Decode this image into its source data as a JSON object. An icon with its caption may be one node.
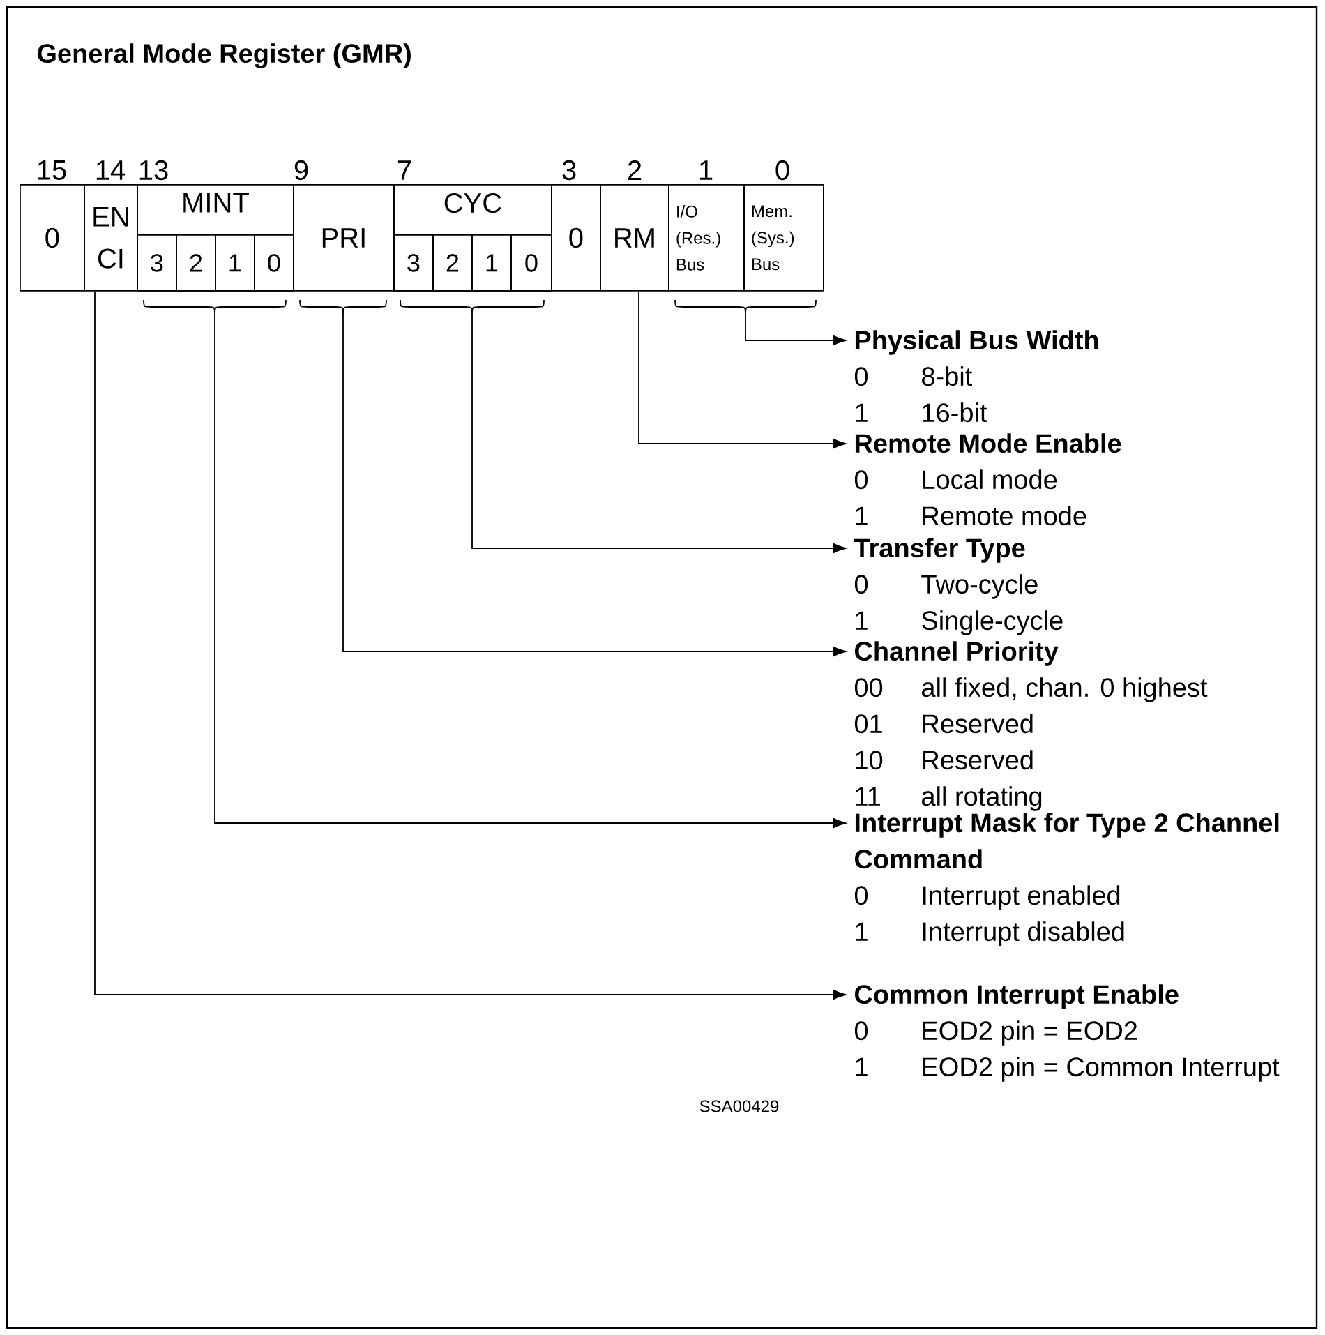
{
  "diagram": {
    "title": "General Mode Register (GMR)",
    "nodes": [
      {
        "text": [
          "0"
        ]
      },
      {
        "text": [
          "EN CI"
        ]
      },
      {
        "text": [
          "MINT"
        ]
      },
      {
        "text": [
          "3"
        ],
        "in": 2
      },
      {
        "text": [
          "2"
        ],
        "in": 2
      },
      {
        "text": [
          "1"
        ],
        "in": 2
      },
      {
        "text": [
          "0"
        ],
        "in": 2
      },
      {
        "text": [
          "PRI"
        ]
      },
      {
        "text": [
          "CYC"
        ]
      },
      {
        "text": [
          "3"
        ],
        "in": 8
      },
      {
        "text": [
          "2"
        ],
        "in": 8
      },
      {
        "text": [
          "1"
        ],
        "in": 8
      },
      {
        "text": [
          "0"
        ],
        "in": 8
      },
      {
        "text": [
          "0"
        ]
      },
      {
        "text": [
          "RM"
        ]
      },
      {
        "text": [
          "I/O (Res.) Bus"
        ]
      },
      {
        "text": [
          "Mem. (Sys.) Bus"
        ]
      },
      {
        "text": [
          "Physical Bus Width",
          "0",
          "8-bit",
          "1",
          "16-bit"
        ]
      },
      {
        "text": [
          "Remote Mode Enable",
          "0",
          "Local mode",
          "1",
          "Remote mode"
        ]
      },
      {
        "text": [
          "Transfer Type",
          "0",
          "Two-cycle",
          "1",
          "Single-cycle"
        ]
      },
      {
        "text": [
          "Channel Priority",
          "00",
          "all fixed, chan. 0 highest",
          "01",
          "Reserved",
          "10",
          "Reserved",
          "11",
          "all rotating"
        ]
      },
      {
        "text": [
          "Interrupt Mask for Type 2 Channel Command",
          "0",
          "Interrupt enabled",
          "1",
          "Interrupt disabled"
        ]
      },
      {
        "text": [
          "Common Interrupt Enable",
          "0",
          "EOD2 pin  =  EOD2",
          "1",
          "EOD2 pin  =  Common Interrupt"
        ]
      }
    ],
    "edges": [
      {
        "from": 15,
        "to": 17,
        "arrow": "to"
      },
      {
        "from": 16,
        "to": 17,
        "arrow": "to"
      },
      {
        "from": 14,
        "to": 18,
        "arrow": "to"
      },
      {
        "from": 8,
        "to": 19,
        "arrow": "to"
      },
      {
        "from": 7,
        "to": 20,
        "arrow": "to"
      },
      {
        "from": 2,
        "to": 21,
        "arrow": "to"
      },
      {
        "from": 1,
        "to": 22,
        "arrow": "to"
      }
    ],
    "labels": [
      "15",
      "14",
      "13",
      "9",
      "7",
      "3",
      "2",
      "1",
      "0",
      "SSA00429"
    ]
  }
}
